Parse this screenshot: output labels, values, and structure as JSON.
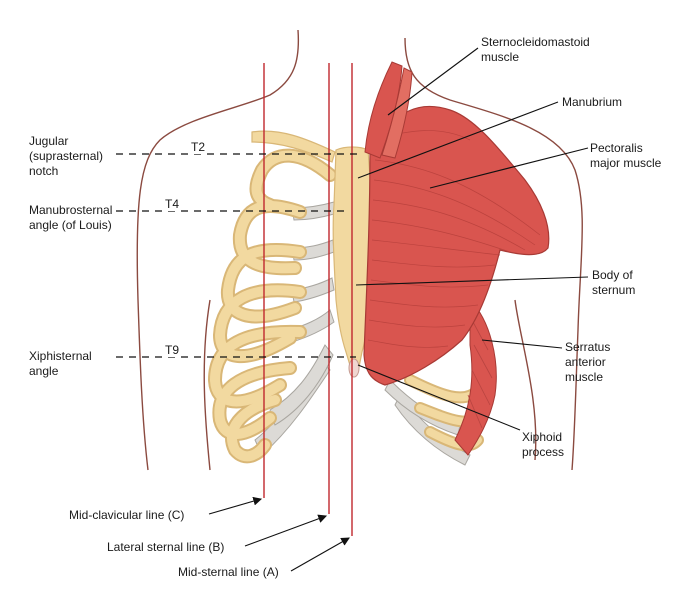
{
  "colors": {
    "outline": "#8b4a40",
    "bone": "#f2d9a0",
    "bone_edge": "#d9b777",
    "cartilage": "#dcdad6",
    "muscle": "#d9554f",
    "muscle_light": "#e98b78",
    "ref_line": "#c0282e",
    "leader": "#111111"
  },
  "labels": {
    "left": {
      "jugular_notch": [
        "Jugular",
        "(suprasternal)",
        "notch"
      ],
      "manubrosternal_angle": [
        "Manubrosternal",
        "angle (of Louis)"
      ],
      "xiphisternal_angle": [
        "Xiphisternal",
        "angle"
      ]
    },
    "levels": {
      "t2": "T2",
      "t4": "T4",
      "t9": "T9"
    },
    "right": {
      "sternocleidomastoid": [
        "Sternocleidomastoid",
        "muscle"
      ],
      "manubrium": [
        "Manubrium"
      ],
      "pectoralis_major": [
        "Pectoralis",
        "major muscle"
      ],
      "body_of_sternum": [
        "Body of",
        "sternum"
      ],
      "serratus_anterior": [
        "Serratus",
        "anterior",
        "muscle"
      ],
      "xiphoid_process": [
        "Xiphoid",
        "process"
      ]
    },
    "bottom": {
      "mid_clavicular": "Mid-clavicular line (C)",
      "lateral_sternal": "Lateral sternal line (B)",
      "mid_sternal": "Mid-sternal line (A)"
    }
  }
}
